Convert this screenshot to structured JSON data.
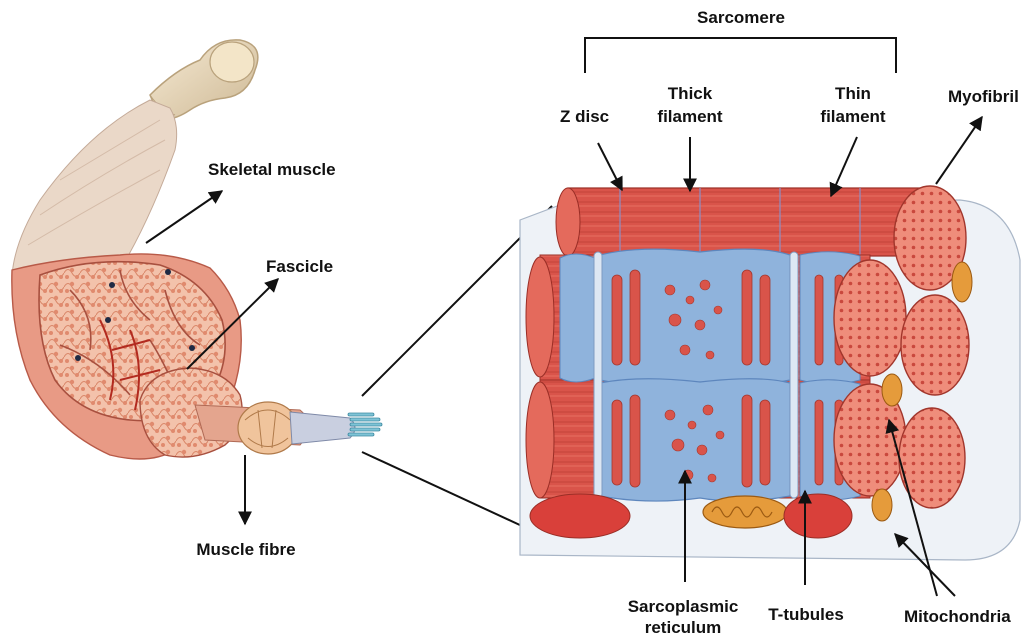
{
  "labels": {
    "sarcomere": "Sarcomere",
    "z_disc": "Z disc",
    "thick_filament_l1": "Thick",
    "thick_filament_l2": "filament",
    "thin_filament_l1": "Thin",
    "thin_filament_l2": "filament",
    "myofibril": "Myofibril",
    "skeletal_muscle": "Skeletal muscle",
    "fascicle": "Fascicle",
    "muscle_fibre": "Muscle fibre",
    "sarcoplasmic_l1": "Sarcoplasmic",
    "sarcoplasmic_l2": "reticulum",
    "t_tubules": "T-tubules",
    "mitochondria": "Mitochondria"
  },
  "colors": {
    "muscle_red": "#d9544a",
    "muscle_dark": "#b8352e",
    "muscle_light": "#ee8a7a",
    "sr_blue": "#8fb3dc",
    "sr_dark": "#5d86bd",
    "bone": "#ecdcc0",
    "fascicle_pink": "#f2b79f",
    "tendon": "#e6d2c2",
    "mito_orange": "#e59b3b"
  }
}
